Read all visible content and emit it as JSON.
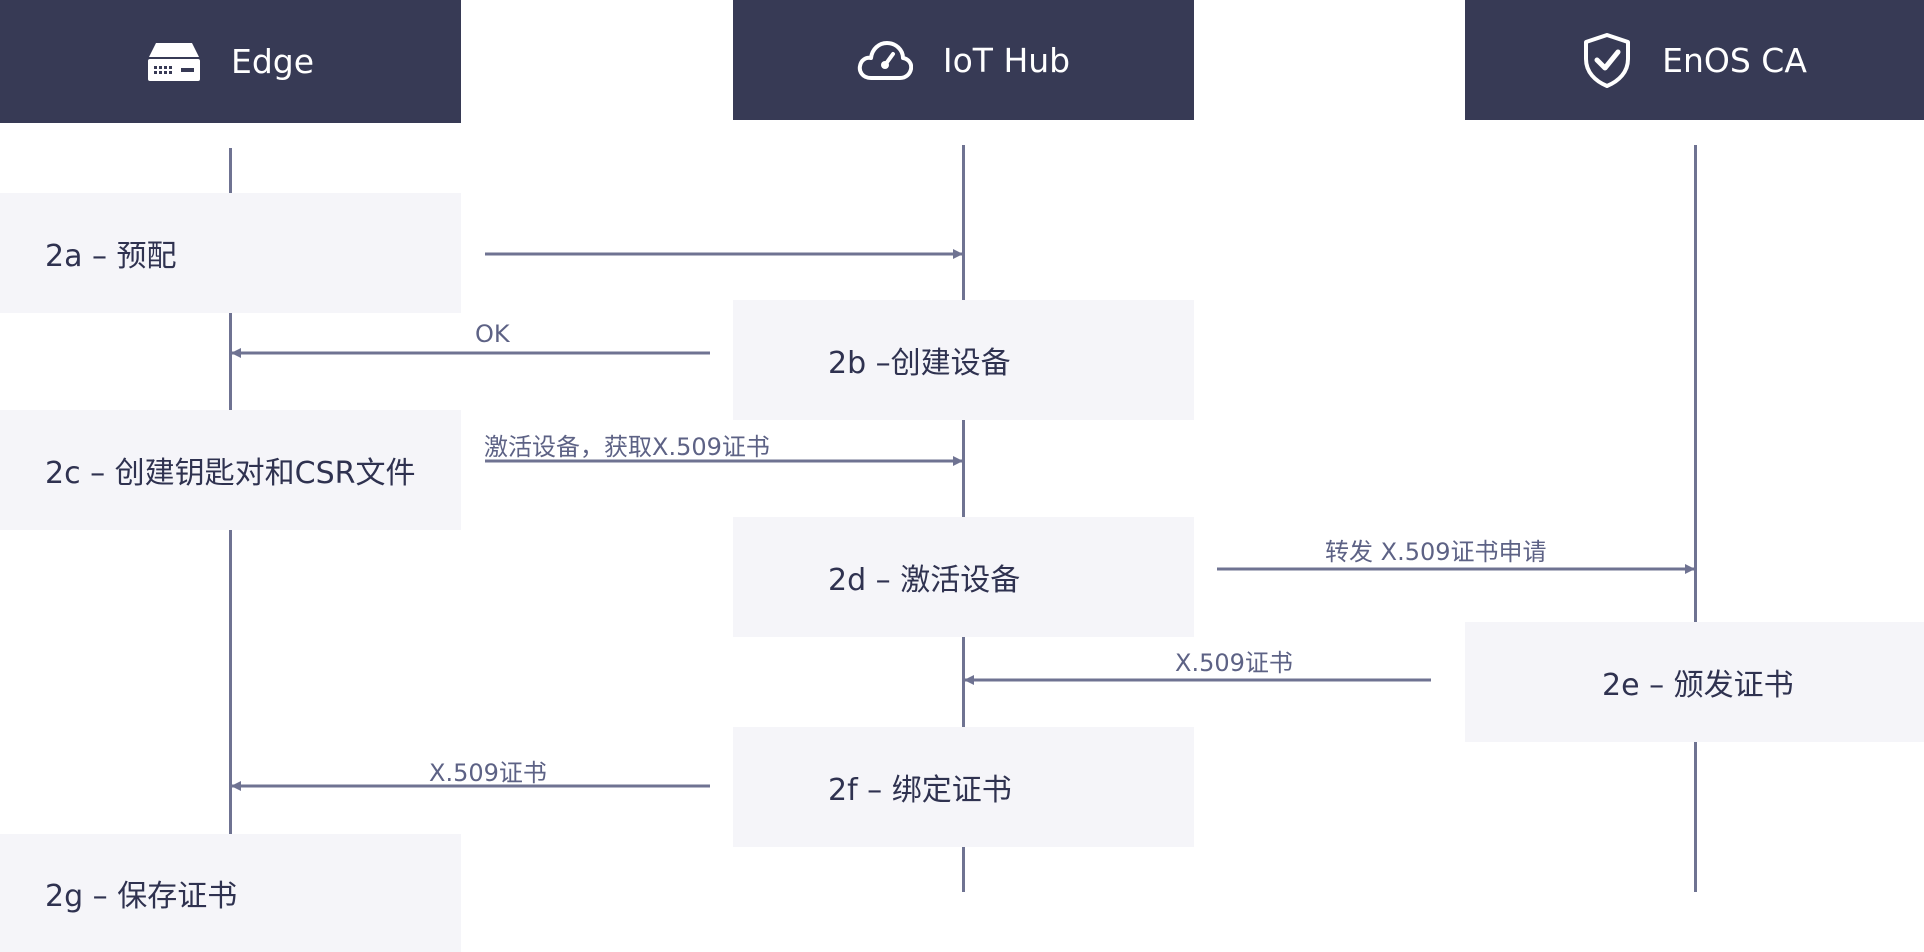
{
  "participants": [
    {
      "id": "edge",
      "label": "Edge",
      "icon": "server-icon"
    },
    {
      "id": "iot_hub",
      "label": "IoT Hub",
      "icon": "cloud-icon"
    },
    {
      "id": "enos_ca",
      "label": "EnOS CA",
      "icon": "shield-check-icon"
    }
  ],
  "steps": {
    "s2a": "2a – 预配",
    "s2b": "2b –创建设备",
    "s2c": "2c – 创建钥匙对和CSR文件",
    "s2d": "2d – 激活设备",
    "s2e": "2e – 颁发证书",
    "s2f": "2f – 绑定证书",
    "s2g": "2g – 保存证书"
  },
  "messages": {
    "ok": "OK",
    "activate": "激活设备，获取X.509证书",
    "forward": "转发 X.509证书申请",
    "cert_to_hub": "X.509证书",
    "cert_to_edge": "X.509证书"
  },
  "colors": {
    "header_bg": "#373a55",
    "lifeline": "#6f7392",
    "step_bg": "#f5f5f9",
    "text": "#2f3250",
    "message_text": "#5d6285"
  }
}
